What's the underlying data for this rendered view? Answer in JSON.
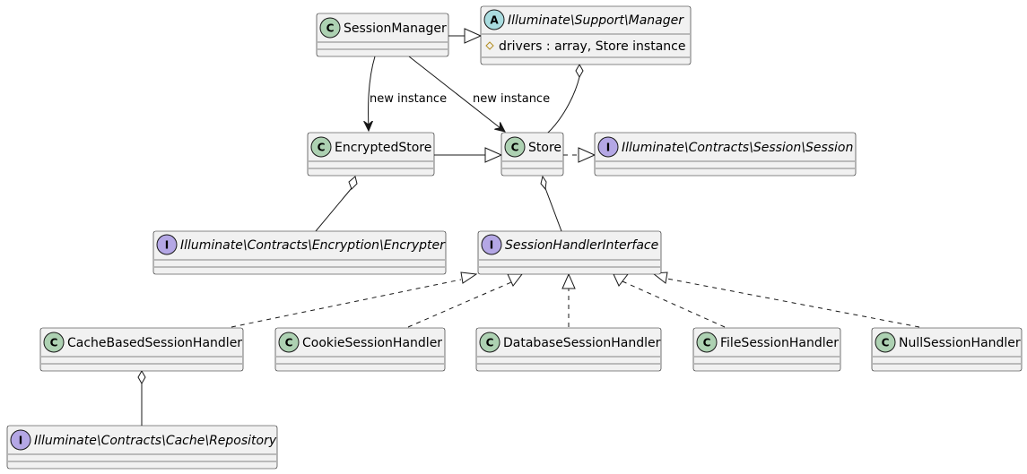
{
  "diagram": {
    "classes": {
      "session_manager": {
        "name": "SessionManager",
        "kind": "C"
      },
      "support_manager": {
        "name": "Illuminate\\Support\\Manager",
        "kind": "A",
        "attribute": "drivers : array, Store instance"
      },
      "encrypted_store": {
        "name": "EncryptedStore",
        "kind": "C"
      },
      "store": {
        "name": "Store",
        "kind": "C"
      },
      "session_contract": {
        "name": "Illuminate\\Contracts\\Session\\Session",
        "kind": "I"
      },
      "encrypter_contract": {
        "name": "Illuminate\\Contracts\\Encryption\\Encrypter",
        "kind": "I"
      },
      "session_handler_interface": {
        "name": "SessionHandlerInterface",
        "kind": "I"
      },
      "cache_handler": {
        "name": "CacheBasedSessionHandler",
        "kind": "C"
      },
      "cookie_handler": {
        "name": "CookieSessionHandler",
        "kind": "C"
      },
      "database_handler": {
        "name": "DatabaseSessionHandler",
        "kind": "C"
      },
      "file_handler": {
        "name": "FileSessionHandler",
        "kind": "C"
      },
      "null_handler": {
        "name": "NullSessionHandler",
        "kind": "C"
      },
      "cache_repository": {
        "name": "Illuminate\\Contracts\\Cache\\Repository",
        "kind": "I"
      }
    },
    "edges": {
      "sm_to_encrypted": "new instance",
      "sm_to_store": "new instance"
    },
    "colors": {
      "box_fill": "#f1f1f1",
      "box_stroke": "#181818",
      "class_circle": "#add1b2",
      "abstract_circle": "#a9dcdf",
      "interface_circle": "#b4a7e5",
      "attr_marker": "#b38d22"
    }
  }
}
